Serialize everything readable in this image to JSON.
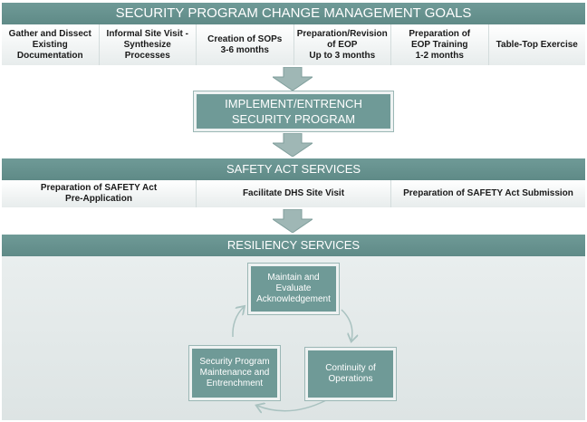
{
  "goals": {
    "title": "SECURITY PROGRAM CHANGE MANAGEMENT GOALS",
    "steps": [
      {
        "l1": "Gather and Dissect",
        "l2": "Existing",
        "l3": "Documentation"
      },
      {
        "l1": "Informal Site Visit -",
        "l2": "Synthesize",
        "l3": "Processes"
      },
      {
        "l1": "Creation of SOPs",
        "l2": "3-6 months",
        "l3": ""
      },
      {
        "l1": "Preparation/Revision",
        "l2": "of EOP",
        "l3": "Up to 3 months"
      },
      {
        "l1": "Preparation of",
        "l2": "EOP Training",
        "l3": "1-2 months"
      },
      {
        "l1": "Table-Top Exercise",
        "l2": "",
        "l3": ""
      }
    ]
  },
  "implement": {
    "l1": "IMPLEMENT/ENTRENCH",
    "l2": "SECURITY PROGRAM"
  },
  "safety": {
    "title": "SAFETY ACT SERVICES",
    "items": [
      {
        "l1": "Preparation of SAFETY Act",
        "l2": "Pre-Application"
      },
      {
        "l1": "Facilitate DHS Site Visit",
        "l2": ""
      },
      {
        "l1": "Preparation of SAFETY Act Submission",
        "l2": ""
      }
    ]
  },
  "resiliency": {
    "title": "RESILIENCY SERVICES",
    "cycle": [
      {
        "l1": "Maintain and",
        "l2": "Evaluate",
        "l3": "Acknowledgement"
      },
      {
        "l1": "Continuity of",
        "l2": "Operations",
        "l3": ""
      },
      {
        "l1": "Security Program",
        "l2": "Maintenance and",
        "l3": "Entrenchment"
      }
    ]
  },
  "colors": {
    "teal": "#6f9a97",
    "panel": "#e2e8e8",
    "arrow": "#9fb7b5"
  }
}
